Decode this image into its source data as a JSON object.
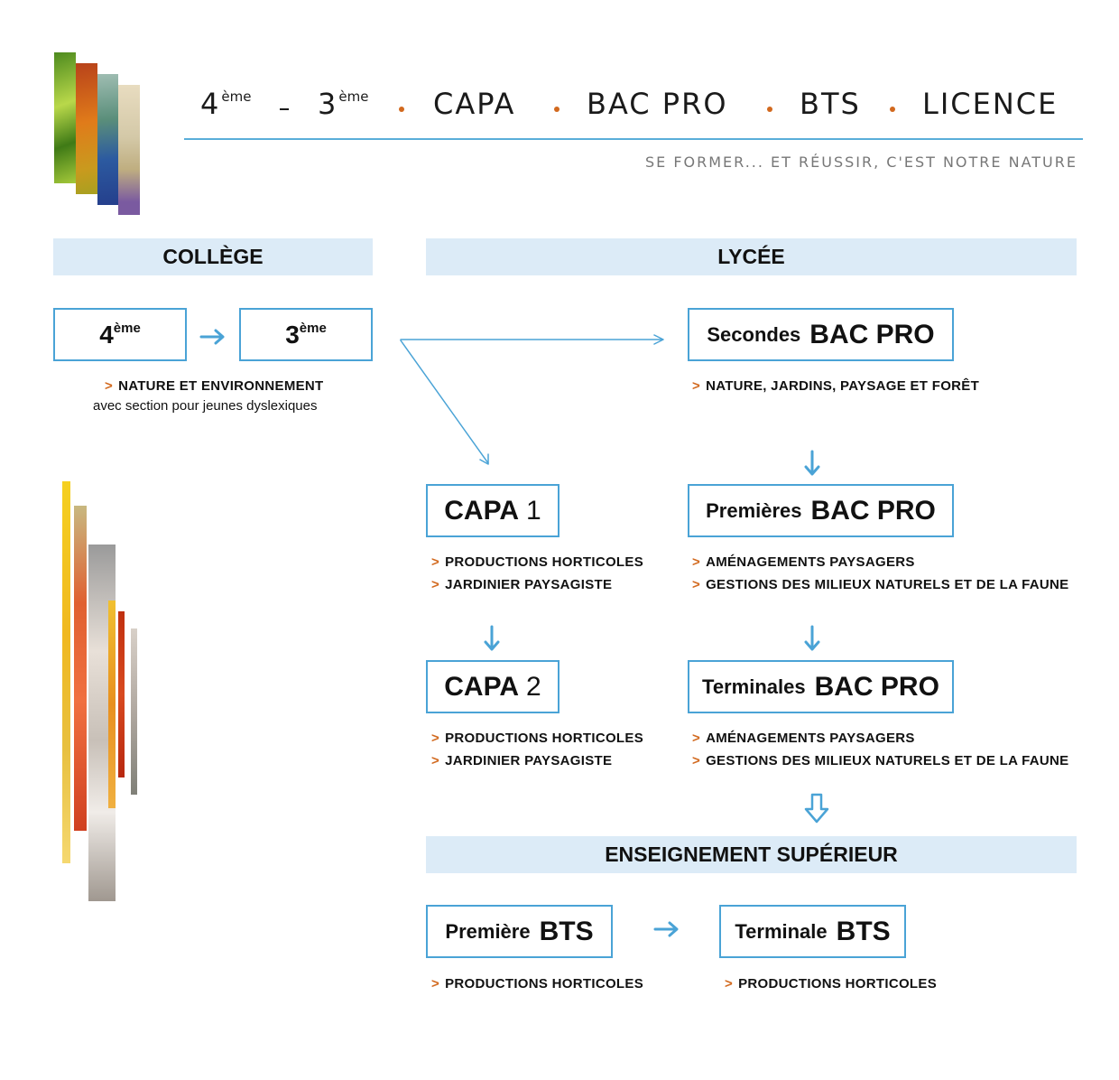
{
  "header": {
    "nav": [
      {
        "label": "4",
        "sup": "ème"
      },
      {
        "label": "3",
        "sup": "ème"
      },
      {
        "label": "CAPA"
      },
      {
        "label": "BAC PRO"
      },
      {
        "label": "BTS"
      },
      {
        "label": "LICENCE"
      }
    ],
    "tagline": "SE FORMER... ET RÉUSSIR, C'EST NOTRE NATURE"
  },
  "sections": {
    "college": "COLLÈGE",
    "lycee": "LYCÉE",
    "superieur": "ENSEIGNEMENT SUPÉRIEUR"
  },
  "college": {
    "box1": {
      "num": "4",
      "sup": "ème"
    },
    "box2": {
      "num": "3",
      "sup": "ème"
    },
    "specialty": "NATURE ET ENVIRONNEMENT",
    "note": "avec section pour jeunes dyslexiques"
  },
  "bac_pro": {
    "secondes": {
      "prefix": "Secondes",
      "main": "BAC PRO",
      "items": [
        "NATURE, JARDINS, PAYSAGE ET FORÊT"
      ]
    },
    "premieres": {
      "prefix": "Premières",
      "main": "BAC PRO",
      "items": [
        "AMÉNAGEMENTS PAYSAGERS",
        "GESTIONS DES MILIEUX NATURELS ET DE LA FAUNE"
      ]
    },
    "terminales": {
      "prefix": "Terminales",
      "main": "BAC PRO",
      "items": [
        "AMÉNAGEMENTS PAYSAGERS",
        "GESTIONS DES MILIEUX NATURELS ET DE LA FAUNE"
      ]
    }
  },
  "capa": {
    "capa1": {
      "main": "CAPA",
      "num": "1",
      "items": [
        "PRODUCTIONS HORTICOLES",
        "JARDINIER PAYSAGISTE"
      ]
    },
    "capa2": {
      "main": "CAPA",
      "num": "2",
      "items": [
        "PRODUCTIONS HORTICOLES",
        "JARDINIER PAYSAGISTE"
      ]
    }
  },
  "bts": {
    "premiere": {
      "prefix": "Première",
      "main": "BTS",
      "items": [
        "PRODUCTIONS HORTICOLES"
      ]
    },
    "terminale": {
      "prefix": "Terminale",
      "main": "BTS",
      "items": [
        "PRODUCTIONS HORTICOLES"
      ]
    }
  },
  "bullet": ">",
  "colors": {
    "accent_blue": "#4aa3d6",
    "bar_blue": "#dcebf7",
    "bullet_orange": "#d2691e"
  }
}
